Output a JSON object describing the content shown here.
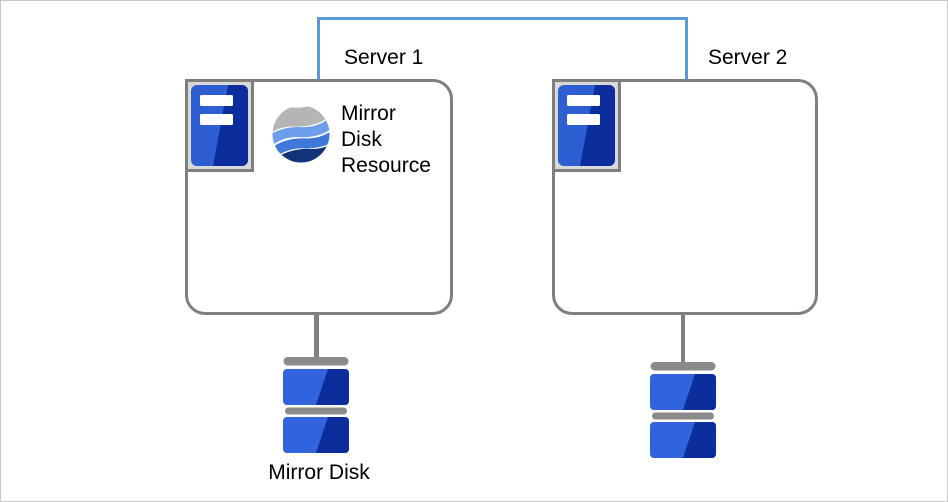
{
  "diagram": {
    "description": "Two-server cluster with mirror disk resource",
    "servers": {
      "server1": {
        "label": "Server 1"
      },
      "server2": {
        "label": "Server 2"
      }
    },
    "resource": {
      "label": "Mirror\nDisk\nResource"
    },
    "mirror_disk": {
      "label": "Mirror Disk"
    },
    "icons": {
      "server_tower": "server-tower-icon",
      "mirror_resource_swirl": "mirror-disk-resource-icon",
      "disk_stack": "mirror-disk-icon"
    },
    "colors": {
      "interconnect_blue": "#5b9bd5",
      "outline_gray": "#7f7f7f",
      "icon_frame_gray": "#d9d9d9",
      "blue_light": "#2e5fd2",
      "blue_dark": "#0c2e9c",
      "disk_bar_gray": "#8a8a8a",
      "swirl_gray": "#b5b5b5",
      "swirl_blue_light": "#6d9eeb",
      "swirl_blue_mid": "#4077db",
      "swirl_blue_dark": "#123379",
      "canvas_border": "#c9c9c9"
    }
  }
}
